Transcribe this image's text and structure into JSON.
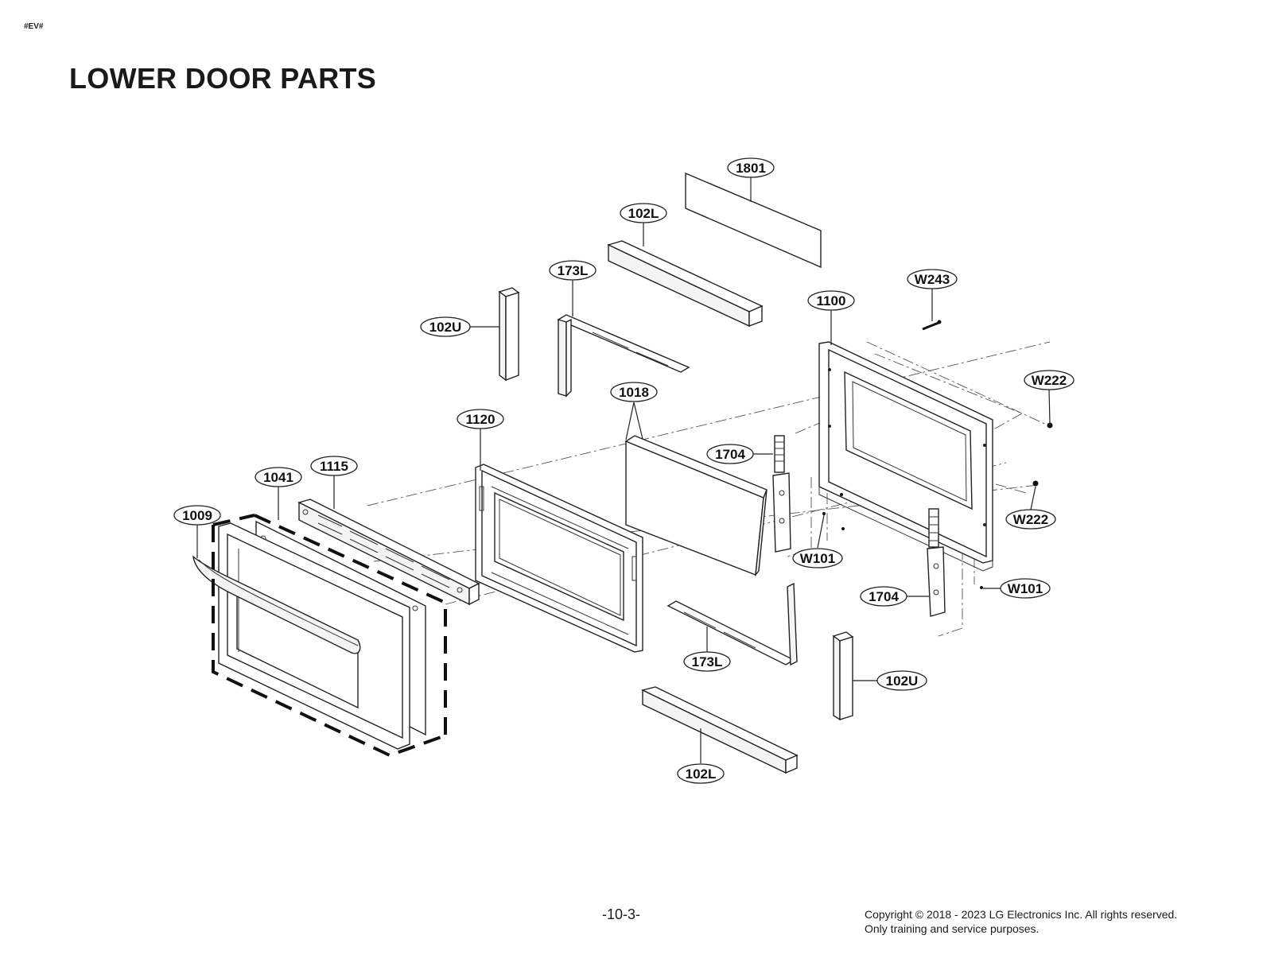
{
  "header": {
    "tag": "#EV#",
    "title": "LOWER DOOR PARTS"
  },
  "footer": {
    "page_number": "-10-3-",
    "copyright_line1": "Copyright © 2018 - 2023 LG Electronics Inc. All rights reserved.",
    "copyright_line2": "Only training and service purposes."
  },
  "callouts": [
    {
      "id": "c-1801",
      "label": "1801"
    },
    {
      "id": "c-102L-top",
      "label": "102L"
    },
    {
      "id": "c-173L-top",
      "label": "173L"
    },
    {
      "id": "c-102U-left",
      "label": "102U"
    },
    {
      "id": "c-W243",
      "label": "W243"
    },
    {
      "id": "c-1100",
      "label": "1100"
    },
    {
      "id": "c-W222-top",
      "label": "W222"
    },
    {
      "id": "c-1018",
      "label": "1018"
    },
    {
      "id": "c-1120",
      "label": "1120"
    },
    {
      "id": "c-1704-top",
      "label": "1704"
    },
    {
      "id": "c-1115",
      "label": "1115"
    },
    {
      "id": "c-1041",
      "label": "1041"
    },
    {
      "id": "c-1009",
      "label": "1009"
    },
    {
      "id": "c-W222-bottom",
      "label": "W222"
    },
    {
      "id": "c-W101-mid",
      "label": "W101"
    },
    {
      "id": "c-W101-right",
      "label": "W101"
    },
    {
      "id": "c-1704-bottom",
      "label": "1704"
    },
    {
      "id": "c-173L-bottom",
      "label": "173L"
    },
    {
      "id": "c-102U-right",
      "label": "102U"
    },
    {
      "id": "c-102L-bottom",
      "label": "102L"
    }
  ]
}
